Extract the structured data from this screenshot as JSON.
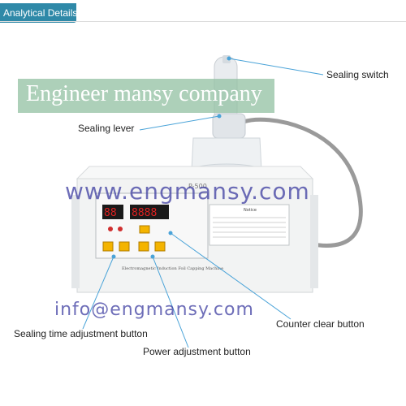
{
  "header": {
    "tab_label": "Analytical Details"
  },
  "watermarks": {
    "company": "Engineer mansy company",
    "url": "www.engmansy.com",
    "email": "info@engmansy.com"
  },
  "callouts": {
    "sealing_switch": "Sealing switch",
    "sealing_lever": "Sealing lever",
    "sealing_time_button": "Sealing time adjustment button",
    "power_button": "Power adjustment button",
    "counter_button": "Counter clear button"
  },
  "device": {
    "panel_text": "Electromagnetic Induction Foil Capping Machine",
    "notice_title": "Notice",
    "model": "P-500",
    "time_display": "88",
    "counter_display": "8888"
  },
  "colors": {
    "tab": "#2f89a8",
    "callout_line": "#4aa3d8",
    "display": "#e02020",
    "button": "#f4b400"
  }
}
